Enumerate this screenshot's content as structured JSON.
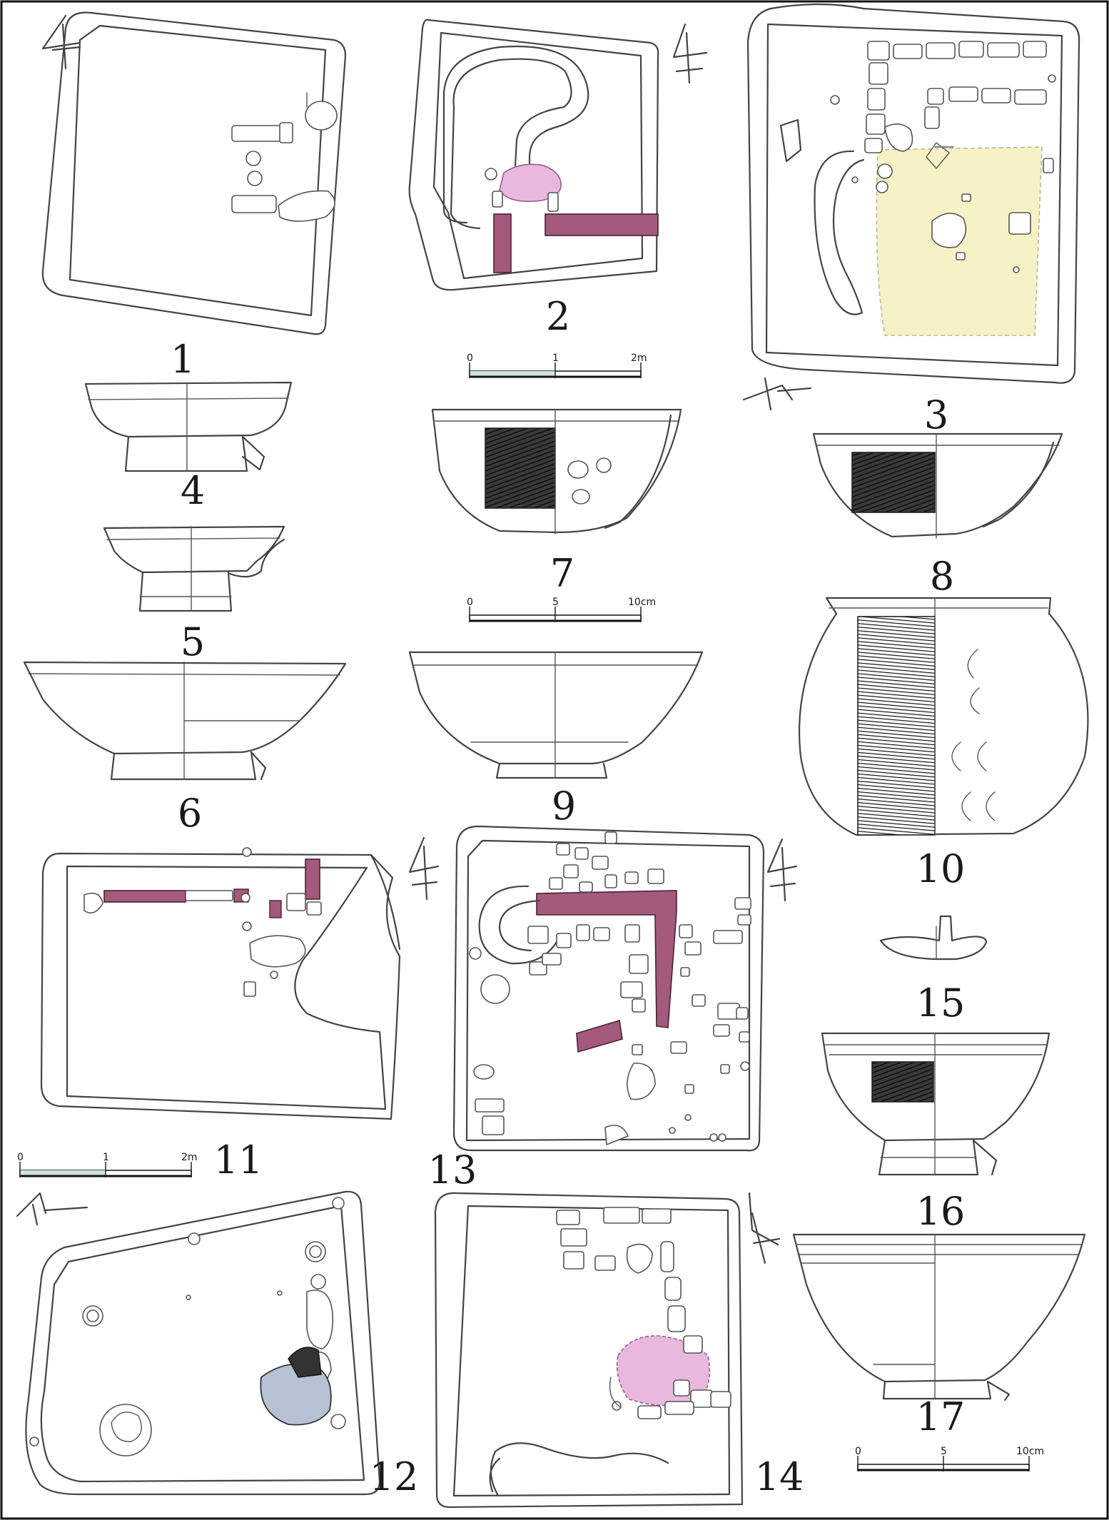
{
  "figure": {
    "labels": [
      "1",
      "2",
      "3",
      "4",
      "5",
      "6",
      "7",
      "8",
      "9",
      "10",
      "11",
      "12",
      "13",
      "14",
      "15",
      "16",
      "17"
    ]
  },
  "scale_bars": {
    "site_a": {
      "zero": "0",
      "mid": "1",
      "end": "2m"
    },
    "vessel_a": {
      "zero": "0",
      "mid": "5",
      "end": "10cm"
    },
    "site_b": {
      "zero": "0",
      "mid": "1",
      "end": "2m"
    },
    "vessel_b": {
      "zero": "0",
      "mid": "5",
      "end": "10cm"
    }
  },
  "colors": {
    "wall_fill": "#a35a7c",
    "hearth_fill": "#e8b8df",
    "floor_fill": "#f7f2c6",
    "stroke": "#444444",
    "hatch": "#1a1a1a",
    "border": "#111111"
  },
  "icons": [
    "north-arrow-icon"
  ]
}
